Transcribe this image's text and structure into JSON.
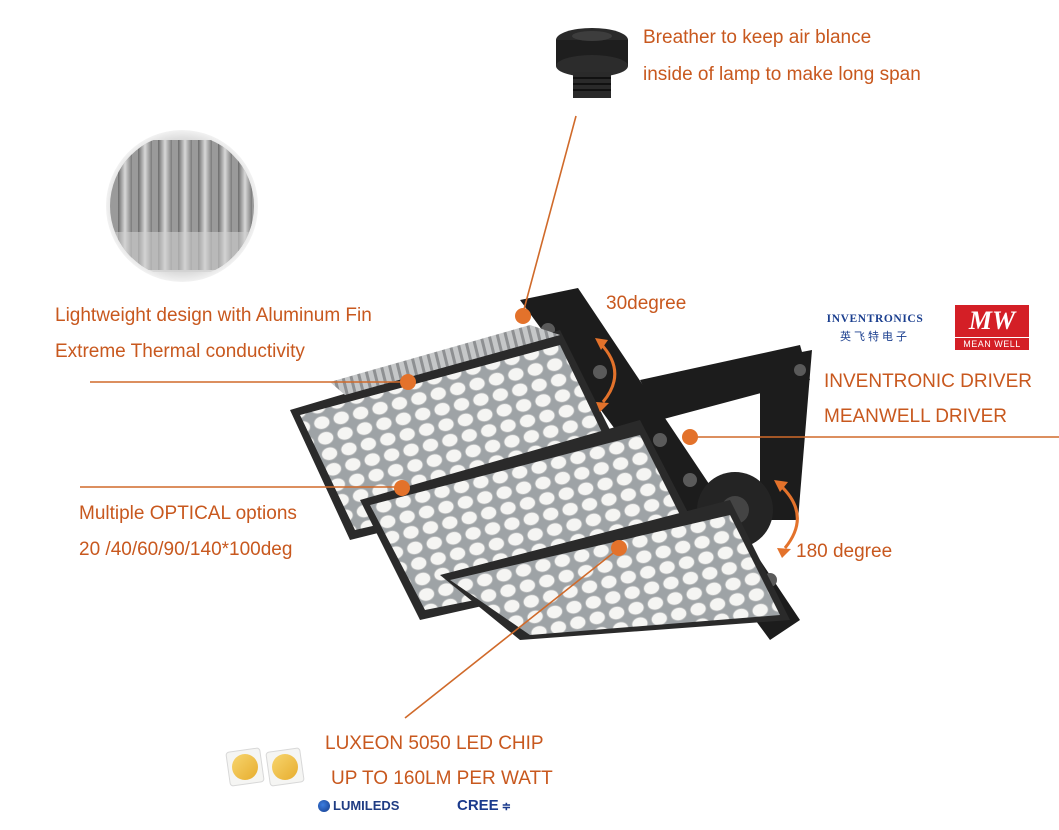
{
  "labels": {
    "breather_line1": "Breather to keep air blance",
    "breather_line2": "inside of lamp to make long span",
    "fin_line1": "Lightweight design with Aluminum Fin",
    "fin_line2": "Extreme Thermal conductivity",
    "angle_30": "30degree",
    "driver_line1": "INVENTRONIC  DRIVER",
    "driver_line2": "MEANWELL DRIVER",
    "optical_line1": "Multiple OPTICAL options",
    "optical_line2": "20 /40/60/90/140*100deg",
    "angle_180": "180 degree",
    "chip_line1": "LUXEON 5050 LED CHIP",
    "chip_line2": "UP TO 160LM PER WATT"
  },
  "brands": {
    "inventronics_en": "INVENTRONICS",
    "inventronics_cn": "英飞特电子",
    "meanwell_logo": "MW",
    "meanwell_name": "MEAN WELL",
    "lumileds": "LUMILEDS",
    "cree": "CREE"
  },
  "colors": {
    "label_orange": "#c8581e",
    "callout_dot": "#e3722b",
    "housing_black": "#1c1c1c",
    "fin_silver": "#b9bbbd",
    "led_white": "#f3f3f1",
    "meanwell_red": "#d41f26",
    "inventronics_blue": "#1b3f8f",
    "led_chip_yellow": "#f4c64e"
  },
  "icons": {
    "breather": "breather-plug-icon",
    "heatsink": "heatsink-fin-icon",
    "rotate_30": "rotate-arrow-icon",
    "rotate_180": "rotate-arrow-icon",
    "led_chip": "led-chip-icon"
  }
}
